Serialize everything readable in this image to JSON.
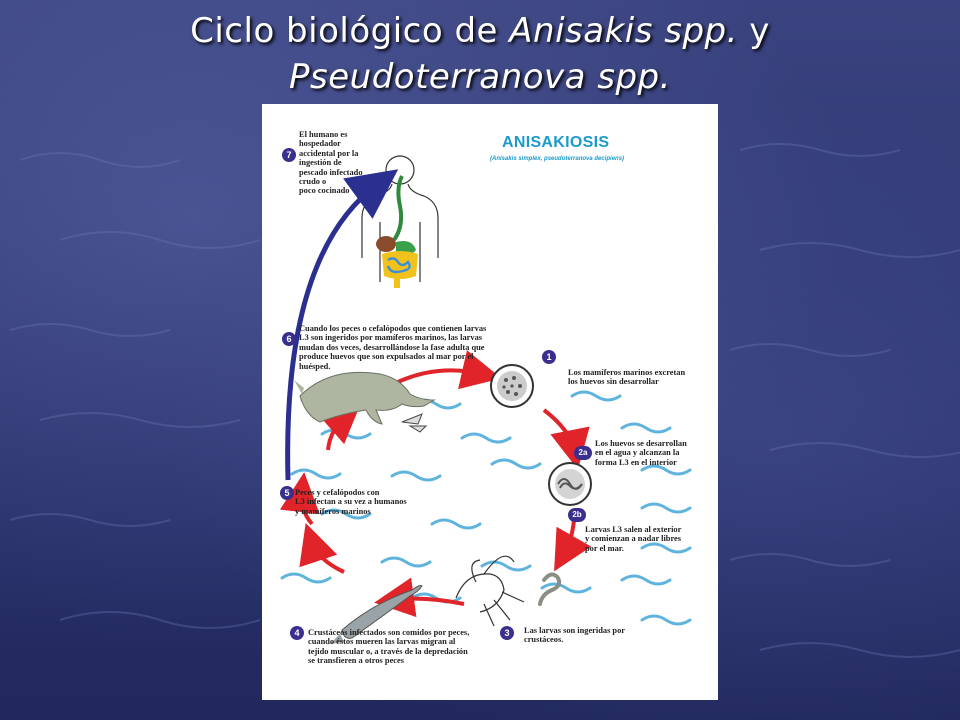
{
  "slide": {
    "title_plain_1": "Ciclo biológico de ",
    "title_italic_1": "Anisakis spp.",
    "title_plain_2": " y",
    "title_italic_2": "Pseudoterranova spp."
  },
  "figure": {
    "title": "ANISAKIOSIS",
    "subtitle": "(Anisakis simplex, pseudoterranova decipiens)",
    "steps": [
      {
        "number": "7",
        "text": "El humano es\nhospedador\naccidental por la\ningestión de\npescado infectado\ncrudo o\npoco cocinado"
      },
      {
        "number": "6",
        "text": "Cuando los peces o cefalópodos que contienen larvas\nL3 son ingeridos por mamíferos marinos, las larvas\nmudan dos veces, desarrollándose la fase adulta que\nproduce huevos que son expulsados al mar por el\nhuésped."
      },
      {
        "number": "1",
        "text": "Los mamíferos marinos excretan\nlos huevos sin desarrollar"
      },
      {
        "number": "2a",
        "text": "Los huevos se desarrollan\nen el agua y alcanzan la\nforma L3 en el interior"
      },
      {
        "number": "2b",
        "text": "Larvas L3 salen al exterior\ny comienzan a nadar libres\npor el mar."
      },
      {
        "number": "5",
        "text": "Peces y cefalópodos con\nL3 infectan a su vez a humanos\ny mamíferos marinos"
      },
      {
        "number": "3",
        "text": "Las larvas son ingeridas por\ncrustáceos."
      },
      {
        "number": "4",
        "text": "Crustáceos infectados son comidos por peces,\ncuando éstos mueren las larvas migran al\ntejido muscular o, a través de la depredación\nse transfieren a otros peces"
      }
    ]
  },
  "colors": {
    "accent_title": "#1c9ac9",
    "step_badge": "#3a2f8f",
    "cycle_arrow": "#e0242a",
    "human_arrow": "#2b2f8f",
    "water": "#5fb4de"
  }
}
